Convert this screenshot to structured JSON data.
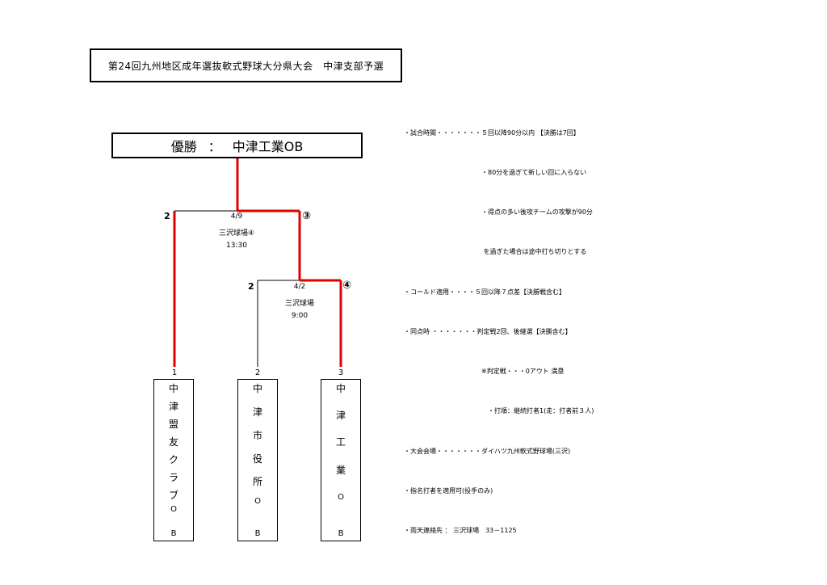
{
  "title": "第24回九州地区成年選抜軟式野球大分県大会　中津支部予選",
  "champion": {
    "label": "優勝",
    "separator": "：",
    "team": "中津工業OB"
  },
  "notes": [
    "・試合時間・・・・・・・５回以降90分以内 【決勝は7回】",
    "　　　　　　　　　　　　・80分を過ぎて新しい回に入らない",
    "　　　　　　　　　　　　・得点の多い後攻チームの攻撃が90分",
    "　　　　　　　　　　　　 を過ぎた場合は途中打ち切りとする",
    "・コールド適用・・・・５回以降７点差【決勝戦含む】",
    "・同点時 ・・・・・・・判定戦2回、後継選【決勝含む】",
    "　　　　　　　　　　　　※判定戦・・・0アウト 満塁",
    "　　　　　　　　　　　　　・打順：継続打者1(走：打者前３人)",
    "・大会会場・・・・・・・ダイハツ九州軟式野球場(三沢)",
    "・指名打者を適用可(投手のみ)",
    "・雨天連絡先 ： 三沢球場　33－1125"
  ],
  "matches": [
    {
      "date": "4/9",
      "venue": "三沢球場④",
      "time": "13:30",
      "left_score": "2",
      "right_label": "③"
    },
    {
      "date": "4/2",
      "venue": "三沢球場",
      "time": "9:00",
      "left_score": "2",
      "right_label": "④"
    }
  ],
  "teams": [
    {
      "seed": "1",
      "chars": [
        "中",
        "津",
        "盟",
        "友",
        "ク",
        "ラ",
        "ブ",
        "O",
        "B"
      ]
    },
    {
      "seed": "2",
      "chars": [
        "中",
        "津",
        "市",
        "役",
        "所",
        "O",
        "B"
      ]
    },
    {
      "seed": "3",
      "chars": [
        "中",
        "津",
        "工",
        "業",
        "O",
        "B"
      ]
    }
  ],
  "colors": {
    "winner_line": "#e00000",
    "line": "#000000"
  }
}
